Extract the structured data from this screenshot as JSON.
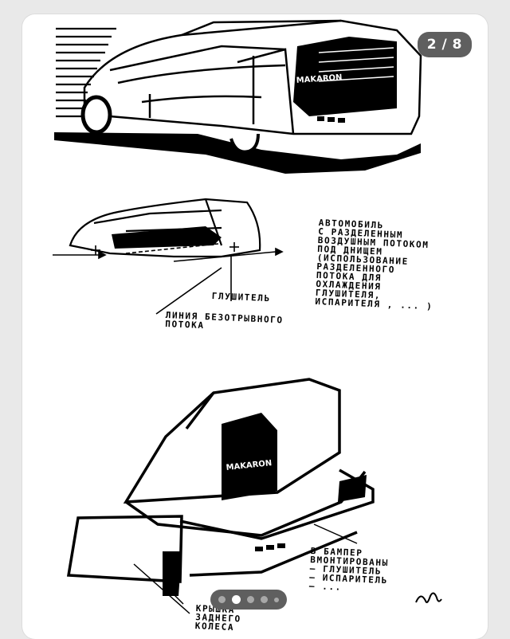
{
  "viewer": {
    "counter": "2 / 8",
    "pagination": {
      "total_dots": 5,
      "active_index": 1
    }
  },
  "sketch": {
    "brand_side": "MAKARON",
    "brand_rear": "MAKARON",
    "note_top": "АВТОМОБИЛЬ\nС РАЗДЕЛЕННЫМ\nВОЗДУШНЫМ ПОТОКОМ\nПОД ДНИЩЕМ\n(ИСПОЛЬЗОВАНИЕ\nРАЗДЕЛЕННОГО\nПОТОКА ДЛЯ\nОХЛАЖДЕНИЯ\nГЛУШИТЕЛЯ,\nИСПАРИТЕЛЯ , ... )",
    "label_muffler": "ГЛУШИТЕЛЬ",
    "label_flow_line": "ЛИНИЯ БЕЗОТРЫВНОГО\nПОТОКА",
    "note_bumper": "В БАМПЕР\nВМОНТИРОВАНЫ\n– ГЛУШИТЕЛЬ\n– ИСПАРИТЕЛЬ\n– ...",
    "note_wheel_cover": "КРЫШКА\nЗАДНЕГО\nКОЛЕСА"
  }
}
